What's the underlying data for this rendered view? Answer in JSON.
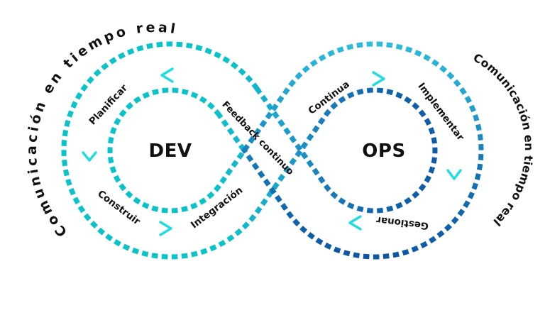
{
  "diagram": {
    "title_left": "DEV",
    "title_right": "OPS",
    "outer_text_left": "Comunicación en tiempo real",
    "outer_text_right": "Comunicación en tiempo real",
    "stages": {
      "planificar": "Planificar",
      "construir": "Construir",
      "integracion": "Integración",
      "feedback": "Feedback continuo",
      "continua": "Continua",
      "implementar": "Implementar",
      "gestionar": "Gestionar"
    },
    "icons": {
      "left_loop": [
        "chevron-left-icon",
        "chevron-down-icon",
        "chevron-right-icon"
      ],
      "right_loop": [
        "chevron-right-icon",
        "chevron-down-icon",
        "chevron-left-icon"
      ]
    },
    "colors": {
      "cyan": "#0bc3c9",
      "cyan_mid": "#19a5cd",
      "blue_mid": "#1b7cbc",
      "blue_dark": "#0d5ba6",
      "chevron": "#1edde1",
      "text": "#111111"
    }
  }
}
